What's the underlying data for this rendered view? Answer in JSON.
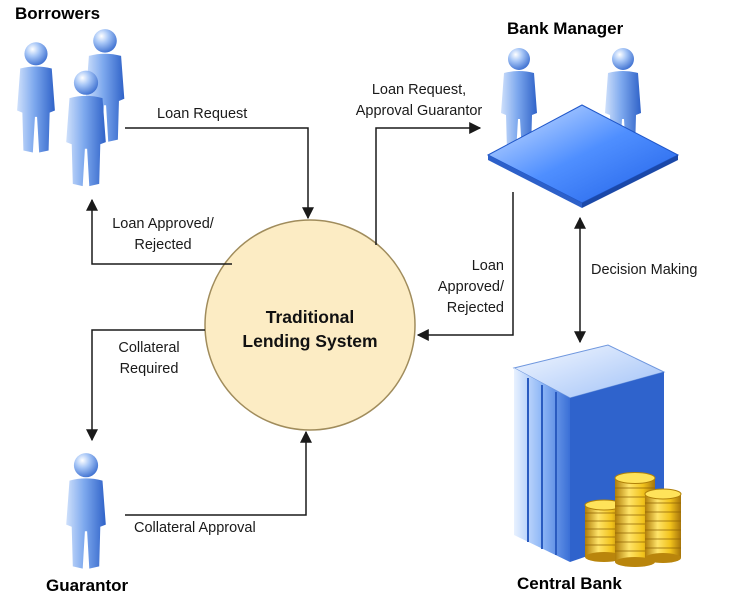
{
  "actors": {
    "borrowers": "Borrowers",
    "bank_manager": "Bank Manager",
    "guarantor": "Guarantor",
    "central_bank": "Central Bank"
  },
  "center": {
    "line1": "Traditional",
    "line2": "Lending System"
  },
  "flows": {
    "loan_request": "Loan Request",
    "loan_approved_to_borrower": [
      "Loan Approved/",
      "Rejected"
    ],
    "request_to_manager": [
      "Loan Request,",
      "Approval Guarantor"
    ],
    "manager_decision": [
      "Loan",
      "Approved/",
      "Rejected"
    ],
    "decision_making": "Decision Making",
    "collateral_required": [
      "Collateral",
      "Required"
    ],
    "collateral_approval": "Collateral Approval"
  },
  "colors": {
    "person_light": "#a9c8f5",
    "person_dark": "#3f74d6",
    "circle_fill": "#fcecc4",
    "circle_stroke": "#b6a06a",
    "arrow": "#1a1a1a",
    "coin": "#f0c419"
  }
}
